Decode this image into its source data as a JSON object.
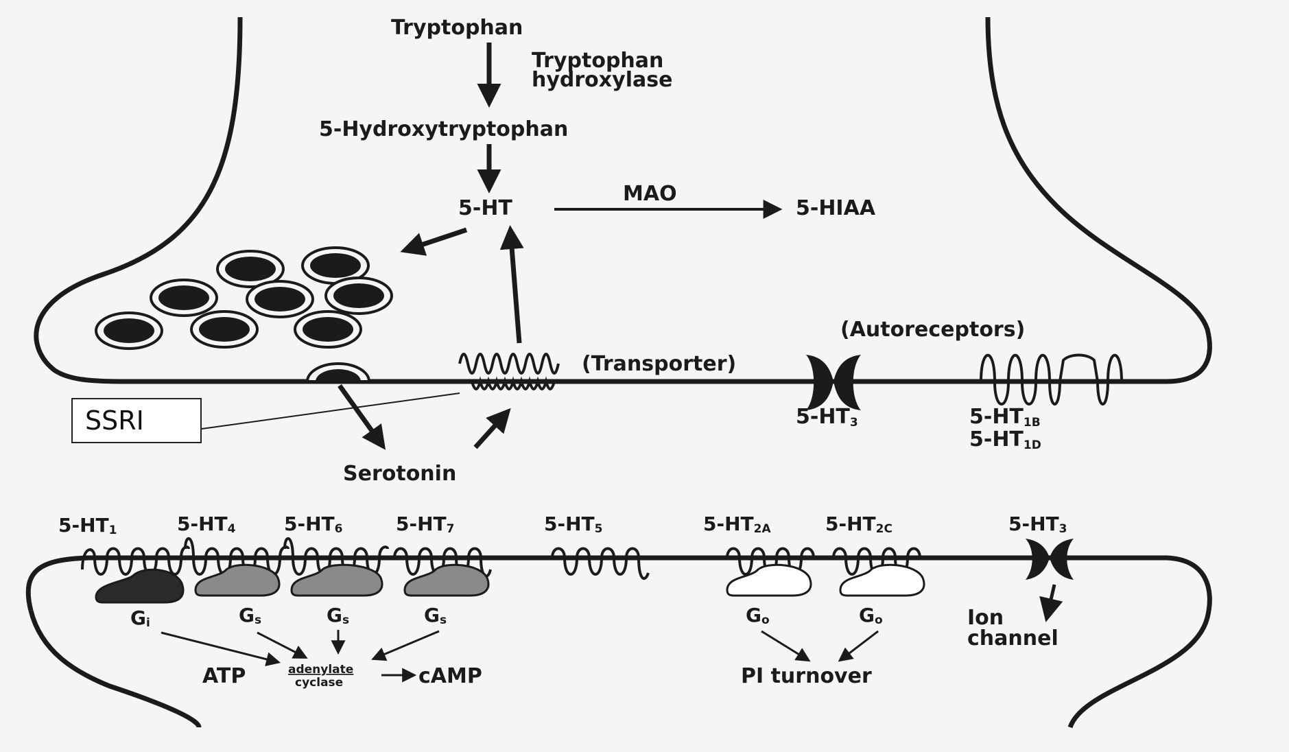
{
  "presynaptic": {
    "tryptophan": "Tryptophan",
    "enzyme_line1": "Tryptophan",
    "enzyme_line2": "hydroxylase",
    "hydroxytryptophan": "5-Hydroxytryptophan",
    "five_ht": "5-HT",
    "mao": "MAO",
    "hiaa": "5-HIAA",
    "transporter": "(Transporter)",
    "autoreceptors": "(Autoreceptors)",
    "ht3": "5-HT",
    "ht3_sub": "3",
    "ht1b": "5-HT",
    "ht1b_sub": "1B",
    "ht1d": "5-HT",
    "ht1d_sub": "1D"
  },
  "cleft": {
    "serotonin": "Serotonin",
    "ssri": "SSRI"
  },
  "postsynaptic": {
    "receptors": [
      {
        "name": "5-HT",
        "sub": "1",
        "gprotein": "G",
        "gsub": "i"
      },
      {
        "name": "5-HT",
        "sub": "4",
        "gprotein": "G",
        "gsub": "s"
      },
      {
        "name": "5-HT",
        "sub": "6",
        "gprotein": "G",
        "gsub": "s"
      },
      {
        "name": "5-HT",
        "sub": "7",
        "gprotein": "G",
        "gsub": "s"
      },
      {
        "name": "5-HT",
        "sub": "5",
        "gprotein": "",
        "gsub": ""
      },
      {
        "name": "5-HT",
        "sub": "2A",
        "gprotein": "G",
        "gsub": "o"
      },
      {
        "name": "5-HT",
        "sub": "2C",
        "gprotein": "G",
        "gsub": "o"
      },
      {
        "name": "5-HT",
        "sub": "3",
        "gprotein": "",
        "gsub": ""
      }
    ],
    "atp": "ATP",
    "adenylate": "adenylate",
    "cyclase": "cyclase",
    "camp": "cAMP",
    "pi_turnover": "PI turnover",
    "ion": "Ion",
    "channel": "channel"
  },
  "colors": {
    "ink": "#1b1b1b",
    "background": "#f5f5f4",
    "gprotein_gs": "#8a8a8a",
    "gprotein_gi": "#2a2a2a"
  }
}
